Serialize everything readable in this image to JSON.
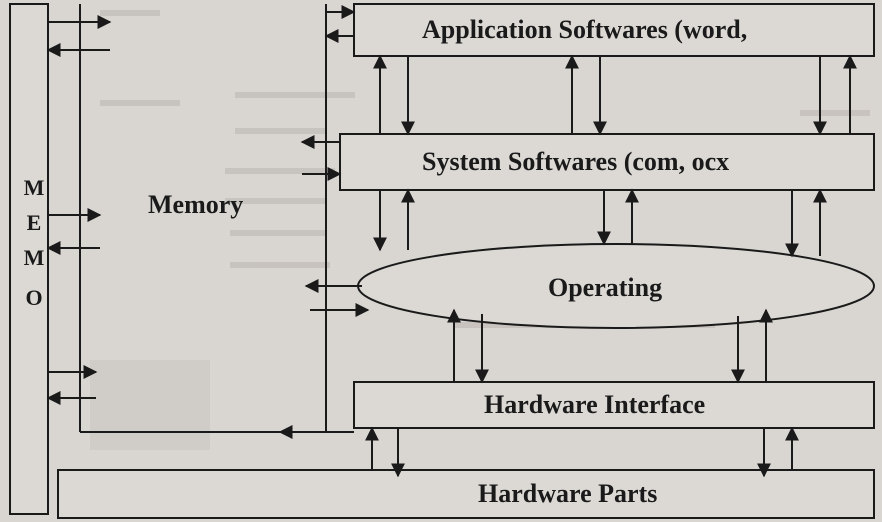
{
  "labels": {
    "application": "Application Softwares (word,",
    "system": "System Softwares (com, ocx",
    "operating": "Operating",
    "interface": "Hardware Interface",
    "parts": "Hardware Parts",
    "memory": "Memory",
    "memo_letters": [
      "M",
      "E",
      "M",
      "O"
    ]
  },
  "colors": {
    "ink": "#1a1a1a",
    "paper": "#d9d6d2",
    "bleed": "#b9b4ae"
  }
}
